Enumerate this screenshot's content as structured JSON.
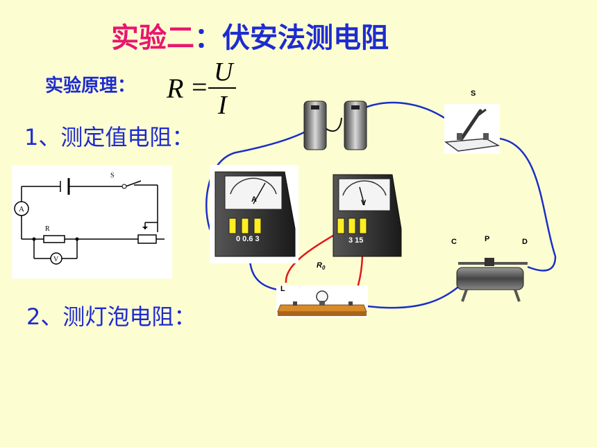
{
  "title": {
    "part1": "实验二",
    "part2": "：伏安法测电阻"
  },
  "principle_label": "实验原理：",
  "formula": {
    "lhs": "R",
    "eq": "=",
    "numerator": "U",
    "denominator": "I"
  },
  "section1": "1、测定值电阻：",
  "section2": "2、测灯泡电阻：",
  "schematic": {
    "ammeter": "A",
    "voltmeter": "V",
    "switch": "S",
    "resistor": "R"
  },
  "circuit": {
    "switch_label": "S",
    "ammeter_letter": "A",
    "ammeter_terminals": "0 0.6 3",
    "voltmeter_letter": "V",
    "voltmeter_terminals": "3 15",
    "rheostat_c": "C",
    "rheostat_p": "P",
    "rheostat_d": "D",
    "r0_label": "R",
    "r0_sub": "0",
    "lamp_label": "L"
  },
  "colors": {
    "background": "#FDFDD2",
    "title_magenta": "#E8166E",
    "text_blue": "#1D2BD0",
    "wire_blue": "#1A2FC8",
    "wire_red": "#E01818"
  }
}
